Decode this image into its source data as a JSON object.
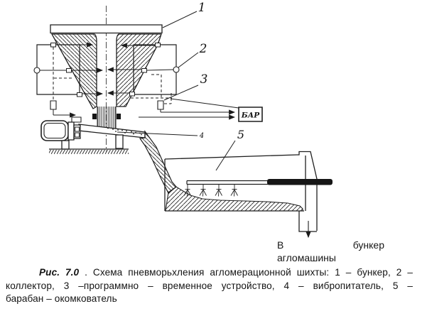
{
  "figure": {
    "callouts": {
      "c1": "1",
      "c2": "2",
      "c3": "3",
      "c4": "4",
      "c5": "5"
    },
    "bar_box_label": "БАР",
    "annotation": {
      "line1": "В бункер",
      "line2": "агломашины"
    },
    "caption": {
      "fig_label": "Рис. 7.0",
      "line1_rest": " . Схема пневморьхления агломерационной шихты: 1 – бункер, 2 –",
      "line2": "коллектор, 3 –программно – временное устройство, 4 – вибропитатель, 5 –",
      "line3": "барабан – окомкователь"
    },
    "colors": {
      "ink": "#1f1f1f",
      "background": "#ffffff"
    }
  }
}
